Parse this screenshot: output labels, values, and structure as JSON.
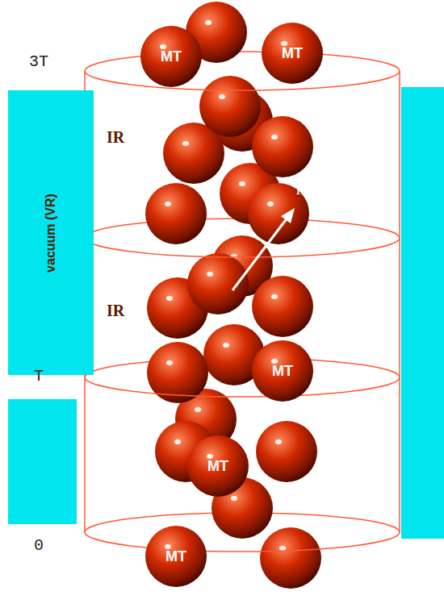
{
  "diagram": {
    "nodes": [
      {
        "text": [
          "vacuum (VR)"
        ]
      },
      {
        "text": [
          "MT"
        ]
      },
      {
        "text": [
          "MT"
        ]
      },
      {
        "text": [
          "MT"
        ]
      },
      {
        "text": [
          "MT"
        ]
      },
      {
        "text": [
          "MT"
        ]
      }
    ],
    "labels": [
      "3T",
      "IR",
      "IR",
      "R",
      "T",
      "0"
    ]
  }
}
